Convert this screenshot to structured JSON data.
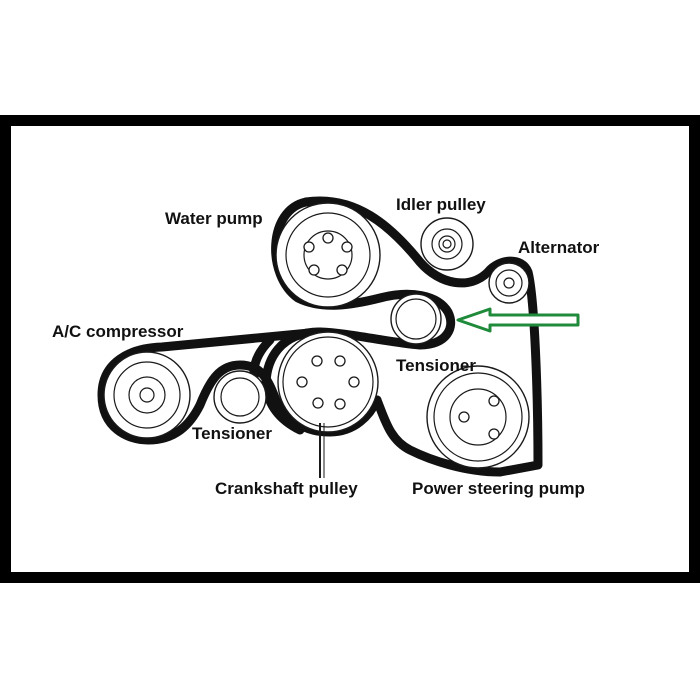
{
  "colors": {
    "frame": "#000000",
    "belt": "#111111",
    "arrow": "#1f8a3a",
    "background": "#ffffff"
  },
  "labels": {
    "water_pump": "Water pump",
    "idler_pulley": "Idler pulley",
    "alternator": "Alternator",
    "ac_compressor": "A/C compressor",
    "tensioner_upper": "Tensioner",
    "tensioner_lower": "Tensioner",
    "crankshaft_pulley": "Crankshaft pulley",
    "power_steering_pump": "Power steering pump"
  },
  "icons": {
    "arrow": "left-arrow-icon"
  }
}
